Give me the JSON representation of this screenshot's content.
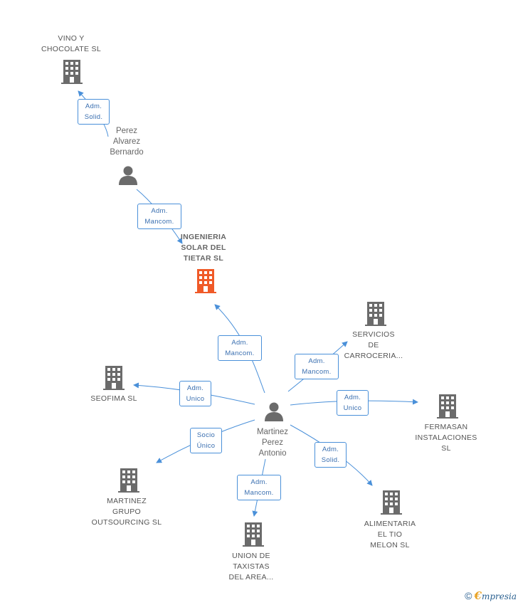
{
  "nodes": {
    "vino": {
      "lines": [
        "VINO Y",
        "CHOCOLATE SL"
      ]
    },
    "perez": {
      "lines": [
        "Perez",
        "Alvarez",
        "Bernardo"
      ]
    },
    "ingenieria": {
      "lines": [
        "INGENIERIA",
        "SOLAR DEL",
        "TIETAR SL"
      ]
    },
    "martinez": {
      "lines": [
        "Martinez",
        "Perez",
        "Antonio"
      ]
    },
    "servicios": {
      "lines": [
        "SERVICIOS",
        "DE",
        "CARROCERIA..."
      ]
    },
    "seofima": {
      "lines": [
        "SEOFIMA SL"
      ]
    },
    "fermasan": {
      "lines": [
        "FERMASAN",
        "INSTALACIONES",
        "SL"
      ]
    },
    "grupo": {
      "lines": [
        "MARTINEZ",
        "GRUPO",
        "OUTSOURCING SL"
      ]
    },
    "alimentaria": {
      "lines": [
        "ALIMENTARIA",
        "EL TIO",
        "MELON SL"
      ]
    },
    "taxistas": {
      "lines": [
        "UNION DE",
        "TAXISTAS",
        "DEL AREA..."
      ]
    }
  },
  "edges": {
    "perez_vino": {
      "lines": [
        "Adm.",
        "Solid."
      ]
    },
    "perez_ingenieria": {
      "lines": [
        "Adm.",
        "Mancom."
      ]
    },
    "martinez_ingenieria": {
      "lines": [
        "Adm.",
        "Mancom."
      ]
    },
    "martinez_servicios": {
      "lines": [
        "Adm.",
        "Mancom."
      ]
    },
    "martinez_seofima": {
      "lines": [
        "Adm.",
        "Unico"
      ]
    },
    "martinez_fermasan": {
      "lines": [
        "Adm.",
        "Unico"
      ]
    },
    "martinez_grupo": {
      "lines": [
        "Socio",
        "Único"
      ]
    },
    "martinez_alimentaria": {
      "lines": [
        "Adm.",
        "Solid."
      ]
    },
    "martinez_taxistas": {
      "lines": [
        "Adm.",
        "Mancom."
      ]
    }
  },
  "colors": {
    "edge": "#4a90d9",
    "company_icon": "#6b6b6b",
    "focus_company_icon": "#f05a28",
    "person_icon": "#6b6b6b"
  },
  "footer": {
    "copyright": "©",
    "brand_first": "€",
    "brand_rest": "mpresia"
  }
}
